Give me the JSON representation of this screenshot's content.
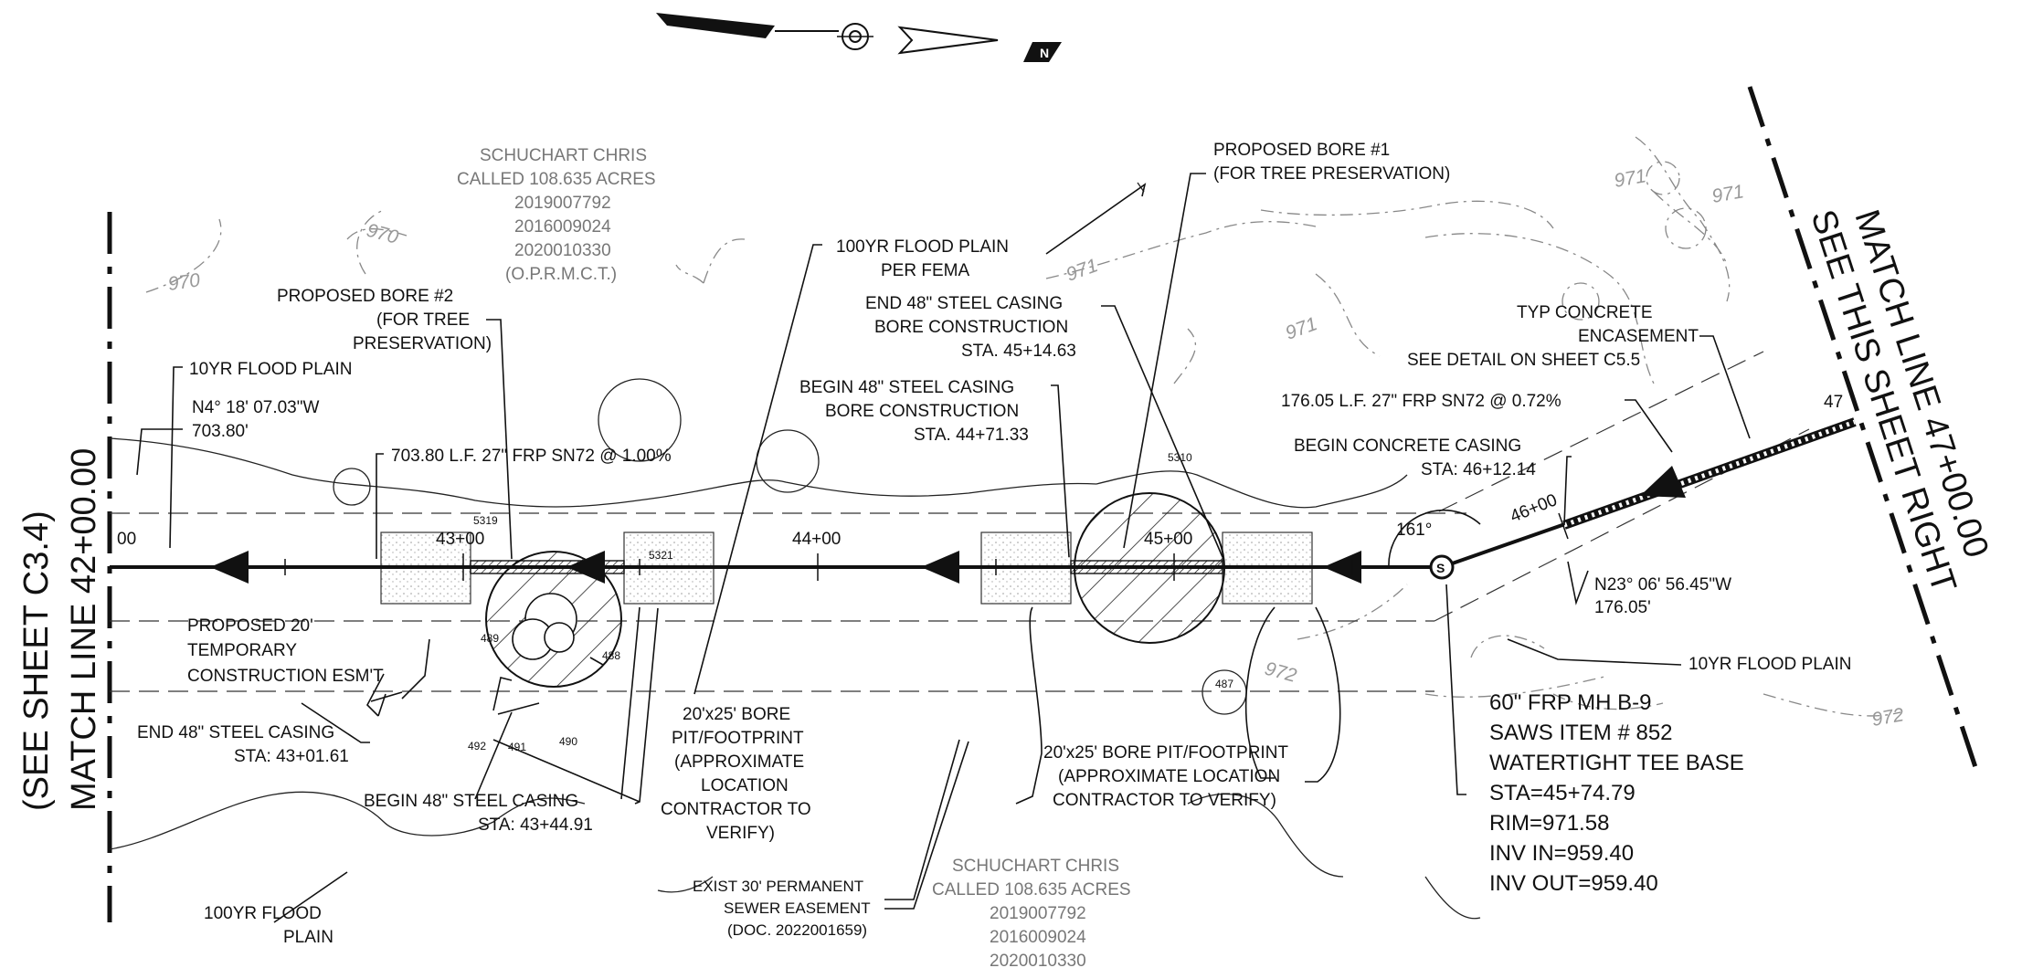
{
  "north_arrow": {
    "symbol": "N"
  },
  "match_lines": {
    "left_see": "(SEE SHEET C3.4)",
    "left_station": "MATCH LINE 42+00.00",
    "right_station": "MATCH LINE 47+00.00",
    "right_see": "SEE THIS SHEET RIGHT"
  },
  "owner_top": {
    "name": "SCHUCHART CHRIS",
    "called": "CALLED 108.635 ACRES",
    "doc1": "2019007792",
    "doc2": "2016009024",
    "doc3": "2020010330",
    "records": "(O.P.R.M.C.T.)"
  },
  "owner_bottom": {
    "name": "SCHUCHART CHRIS",
    "called": "CALLED 108.635 ACRES",
    "doc1": "2019007792",
    "doc2": "2016009024",
    "doc3": "2020010330"
  },
  "contours": {
    "c970a": "970",
    "c970b": "970",
    "c971a": "971",
    "c971b": "971",
    "c971c": "971",
    "c971d": "971",
    "c972a": "972",
    "c972b": "972"
  },
  "stations": {
    "s00": "00",
    "s43": "43+00",
    "s44": "44+00",
    "s45": "45+00",
    "s46": "46+00",
    "s47": "47"
  },
  "callouts": {
    "bore2_l1": "PROPOSED BORE #2",
    "bore2_l2": "(FOR TREE",
    "bore2_l3": "PRESERVATION)",
    "fp10_top": "10YR FLOOD PLAIN",
    "bearing1": "N4° 18' 07.03\"W",
    "dist1": "703.80'",
    "pipe1": "703.80 L.F.  27\" FRP SN72 @ 1.00%",
    "fp100_l1": "100YR FLOOD PLAIN",
    "fp100_l2": "PER FEMA",
    "bore1_l1": "PROPOSED BORE #1",
    "bore1_l2": "(FOR TREE PRESERVATION)",
    "end48b_l1": "END 48\" STEEL CASING",
    "end48b_l2": "BORE CONSTRUCTION",
    "end48b_l3": "STA. 45+14.63",
    "beg48b_l1": "BEGIN 48\" STEEL CASING",
    "beg48b_l2": "BORE CONSTRUCTION",
    "beg48b_l3": "STA. 44+71.33",
    "conc_l1": "TYP CONCRETE",
    "conc_l2": "ENCASEMENT",
    "conc_l3": "SEE DETAIL ON SHEET C5.5",
    "pipe2": "176.05 L.F.  27\" FRP SN72 @ 0.72%",
    "begconc_l1": "BEGIN CONCRETE CASING",
    "begconc_l2": "STA: 46+12.14",
    "angle": "161°",
    "bearing2": "N23° 06' 56.45\"W",
    "dist2": "176.05'",
    "esmt_l1": "PROPOSED 20'",
    "esmt_l2": "TEMPORARY",
    "esmt_l3": "CONSTRUCTION ESM'T",
    "end48a_l1": "END 48\" STEEL CASING",
    "end48a_l2": "STA: 43+01.61",
    "beg48a_l1": "BEGIN 48\" STEEL CASING",
    "beg48a_l2": "STA: 43+44.91",
    "pit1_l1": "20'x25' BORE",
    "pit1_l2": "PIT/FOOTPRINT",
    "pit1_l3": "(APPROXIMATE",
    "pit1_l4": "LOCATION",
    "pit1_l5": "CONTRACTOR TO",
    "pit1_l6": "VERIFY)",
    "pit2_l1": "20'x25' BORE PIT/FOOTPRINT",
    "pit2_l2": "(APPROXIMATE LOCATION",
    "pit2_l3": "CONTRACTOR TO VERIFY)",
    "fp10_bot": "10YR FLOOD PLAIN",
    "fp100b_l1": "100YR FLOOD",
    "fp100b_l2": "PLAIN",
    "easement_l1": "EXIST 30' PERMANENT",
    "easement_l2": "SEWER EASEMENT",
    "easement_l3": "(DOC. 2022001659)"
  },
  "tree_tags": {
    "t5319": "5319",
    "t5321": "5321",
    "t5310": "5310",
    "t489": "489",
    "t488": "488",
    "t492": "492",
    "t491": "491",
    "t490": "490",
    "t487": "487"
  },
  "manhole": {
    "symbol": "S",
    "size": "60\" FRP MH B-9",
    "item": "SAWS ITEM # 852",
    "base": "WATERTIGHT TEE BASE",
    "sta": "STA=45+74.79",
    "rim": "RIM=971.58",
    "inv_in": "INV IN=959.40",
    "inv_out": "INV OUT=959.40"
  }
}
